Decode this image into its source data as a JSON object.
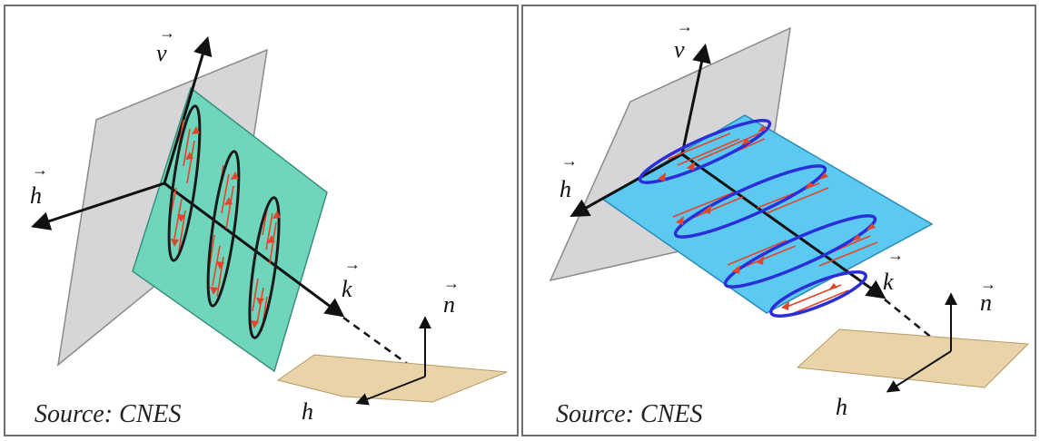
{
  "panels": [
    {
      "source": "Source: CNES",
      "labels": {
        "v": "v",
        "h": "h",
        "k": "k",
        "n": "n",
        "ground_h": "h"
      },
      "wave_plane_color": "#6fd6bd",
      "ellipse_color": "#1a1a1a"
    },
    {
      "source": "Source: CNES",
      "labels": {
        "v": "v",
        "h": "h",
        "k": "k",
        "n": "n",
        "ground_h": "h"
      },
      "wave_plane_color": "#5bc9f2",
      "ellipse_color": "#2a2ed8"
    }
  ],
  "colors": {
    "back_plane": "#d6d6d8",
    "ground": "#e9d3a8",
    "field_lines": "#e2452a",
    "axis": "#111111"
  }
}
